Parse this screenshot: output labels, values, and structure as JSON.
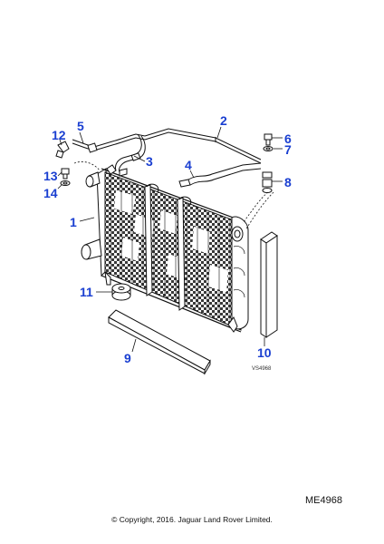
{
  "diagram": {
    "callouts": {
      "c1": "1",
      "c2": "2",
      "c3": "3",
      "c4": "4",
      "c5": "5",
      "c6": "6",
      "c7": "7",
      "c8": "8",
      "c9": "9",
      "c10": "10",
      "c11": "11",
      "c12": "12",
      "c13": "13",
      "c14": "14"
    },
    "reference_mark": "VS4968",
    "diagram_code": "ME4968",
    "copyright": "© Copyright, 2016. Jaguar Land Rover Limited."
  },
  "colors": {
    "callout": "#1a3fd1",
    "line": "#111111"
  }
}
